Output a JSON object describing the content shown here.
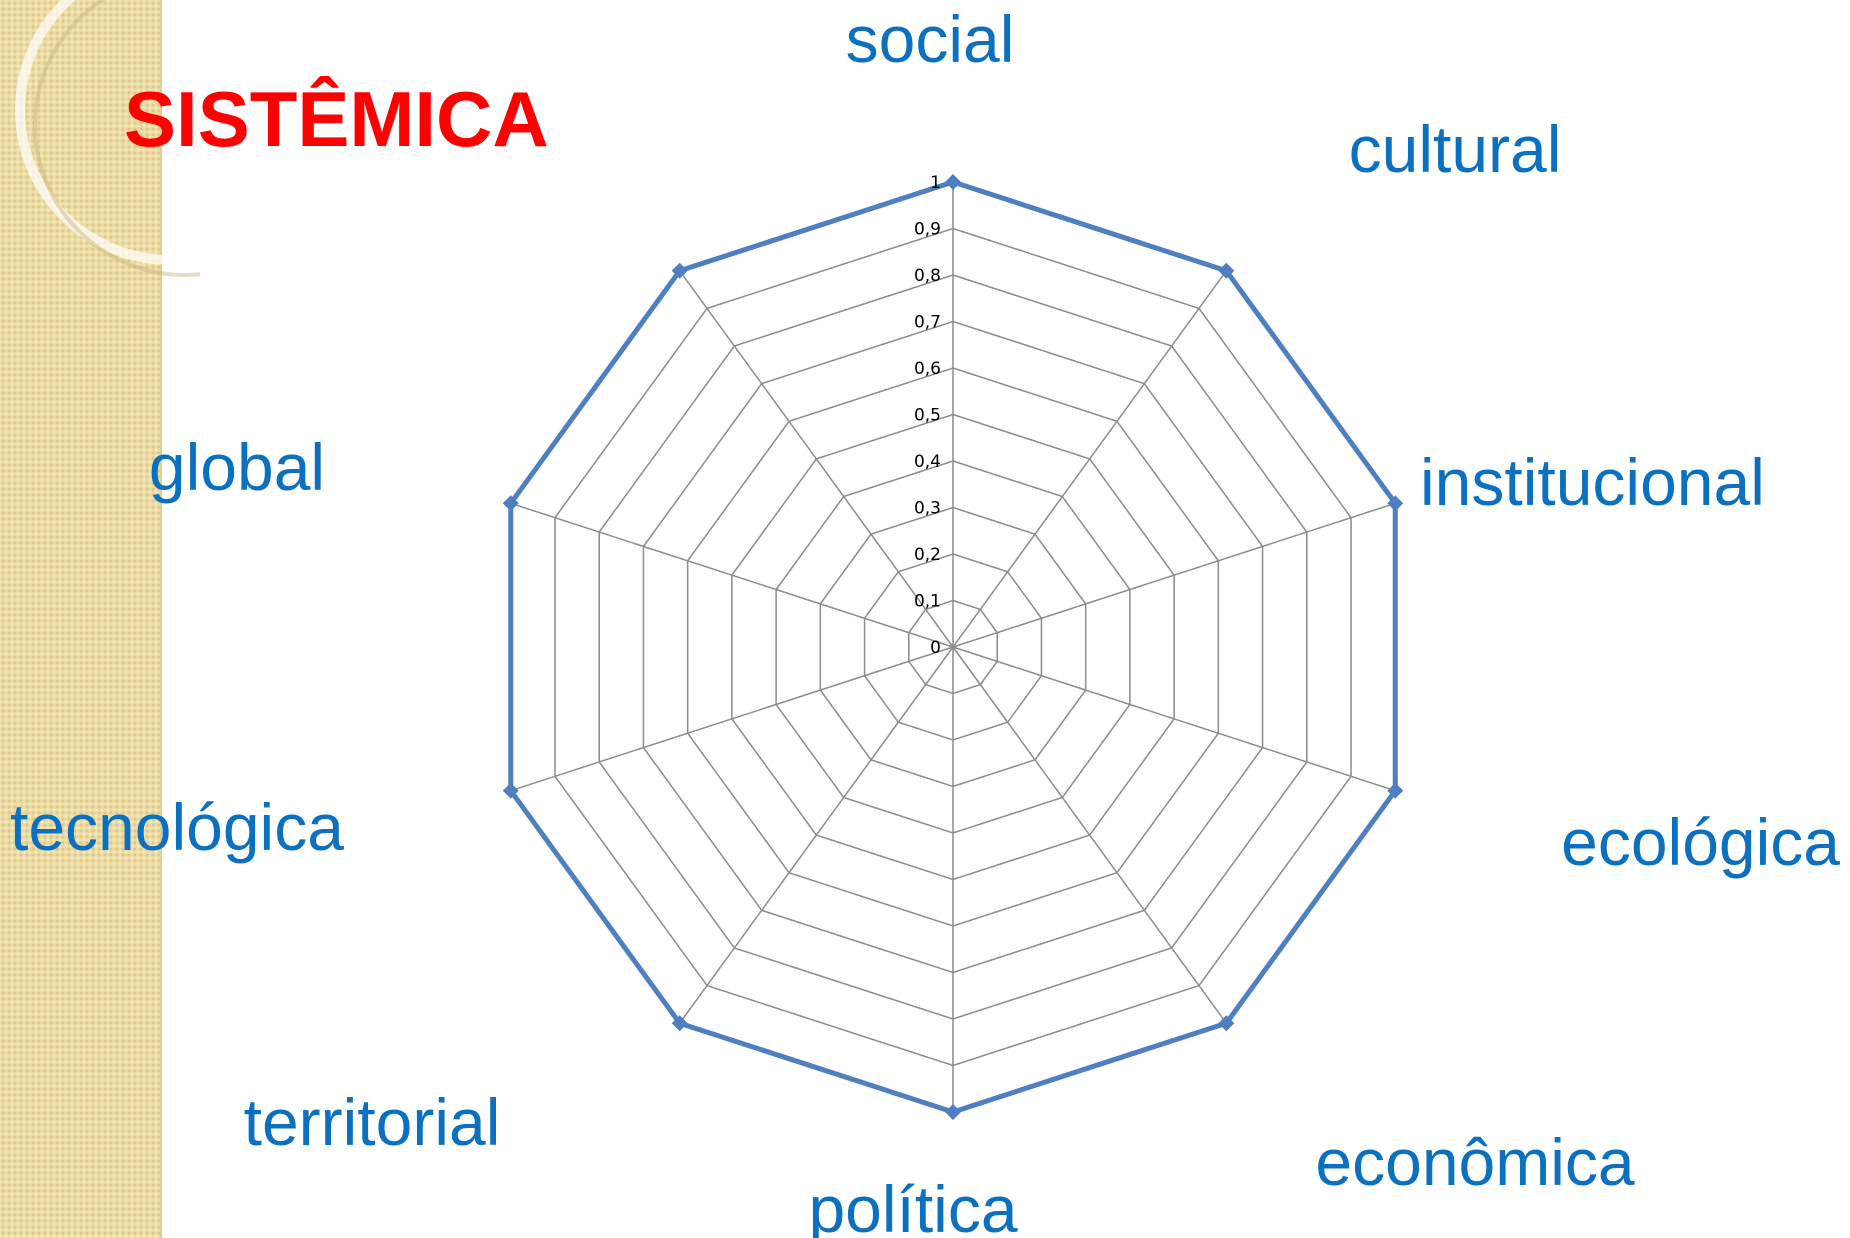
{
  "title": "SISTÊMICA",
  "colors": {
    "title": "#ff0000",
    "axis_label": "#0b70c0",
    "series": "#4f7fc0",
    "grid": "#8c8c8c",
    "side_strip": "#ecdba3"
  },
  "chart_data": {
    "type": "radar",
    "title": "",
    "categories": [
      "social",
      "cultural",
      "institucional",
      "ecológica",
      "econômica",
      "política",
      "territorial",
      "tecnológica",
      "global"
    ],
    "series": [
      {
        "values": [
          1,
          1,
          1,
          1,
          1,
          1,
          1,
          1,
          1,
          1
        ]
      }
    ],
    "axis_points": 10,
    "rlim": [
      0,
      1
    ],
    "ticks": [
      0,
      0.1,
      0.2,
      0.3,
      0.4,
      0.5,
      0.6,
      0.7,
      0.8,
      0.9,
      1
    ],
    "tick_labels": [
      "0",
      "0,1",
      "0,2",
      "0,3",
      "0,4",
      "0,5",
      "0,6",
      "0,7",
      "0,8",
      "0,9",
      "1"
    ],
    "grid": true,
    "legend": "none"
  }
}
